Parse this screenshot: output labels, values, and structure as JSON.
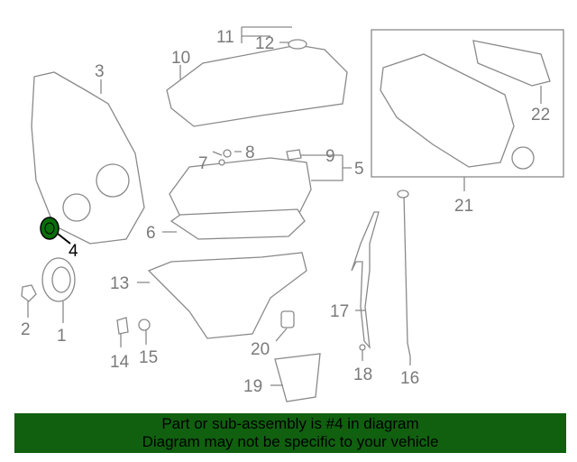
{
  "diagram": {
    "callouts": [
      "1",
      "2",
      "3",
      "4",
      "5",
      "6",
      "7",
      "8",
      "9",
      "10",
      "11",
      "12",
      "13",
      "14",
      "15",
      "16",
      "17",
      "18",
      "19",
      "20",
      "21",
      "22"
    ],
    "highlighted_part": "4",
    "highlight_color": "#0a6e0a",
    "line_color": "#8a8a8a"
  },
  "banner": {
    "line1": "Part or sub-assembly is #4 in diagram",
    "line2": "Diagram may not be specific to your vehicle",
    "background": "#106010"
  }
}
